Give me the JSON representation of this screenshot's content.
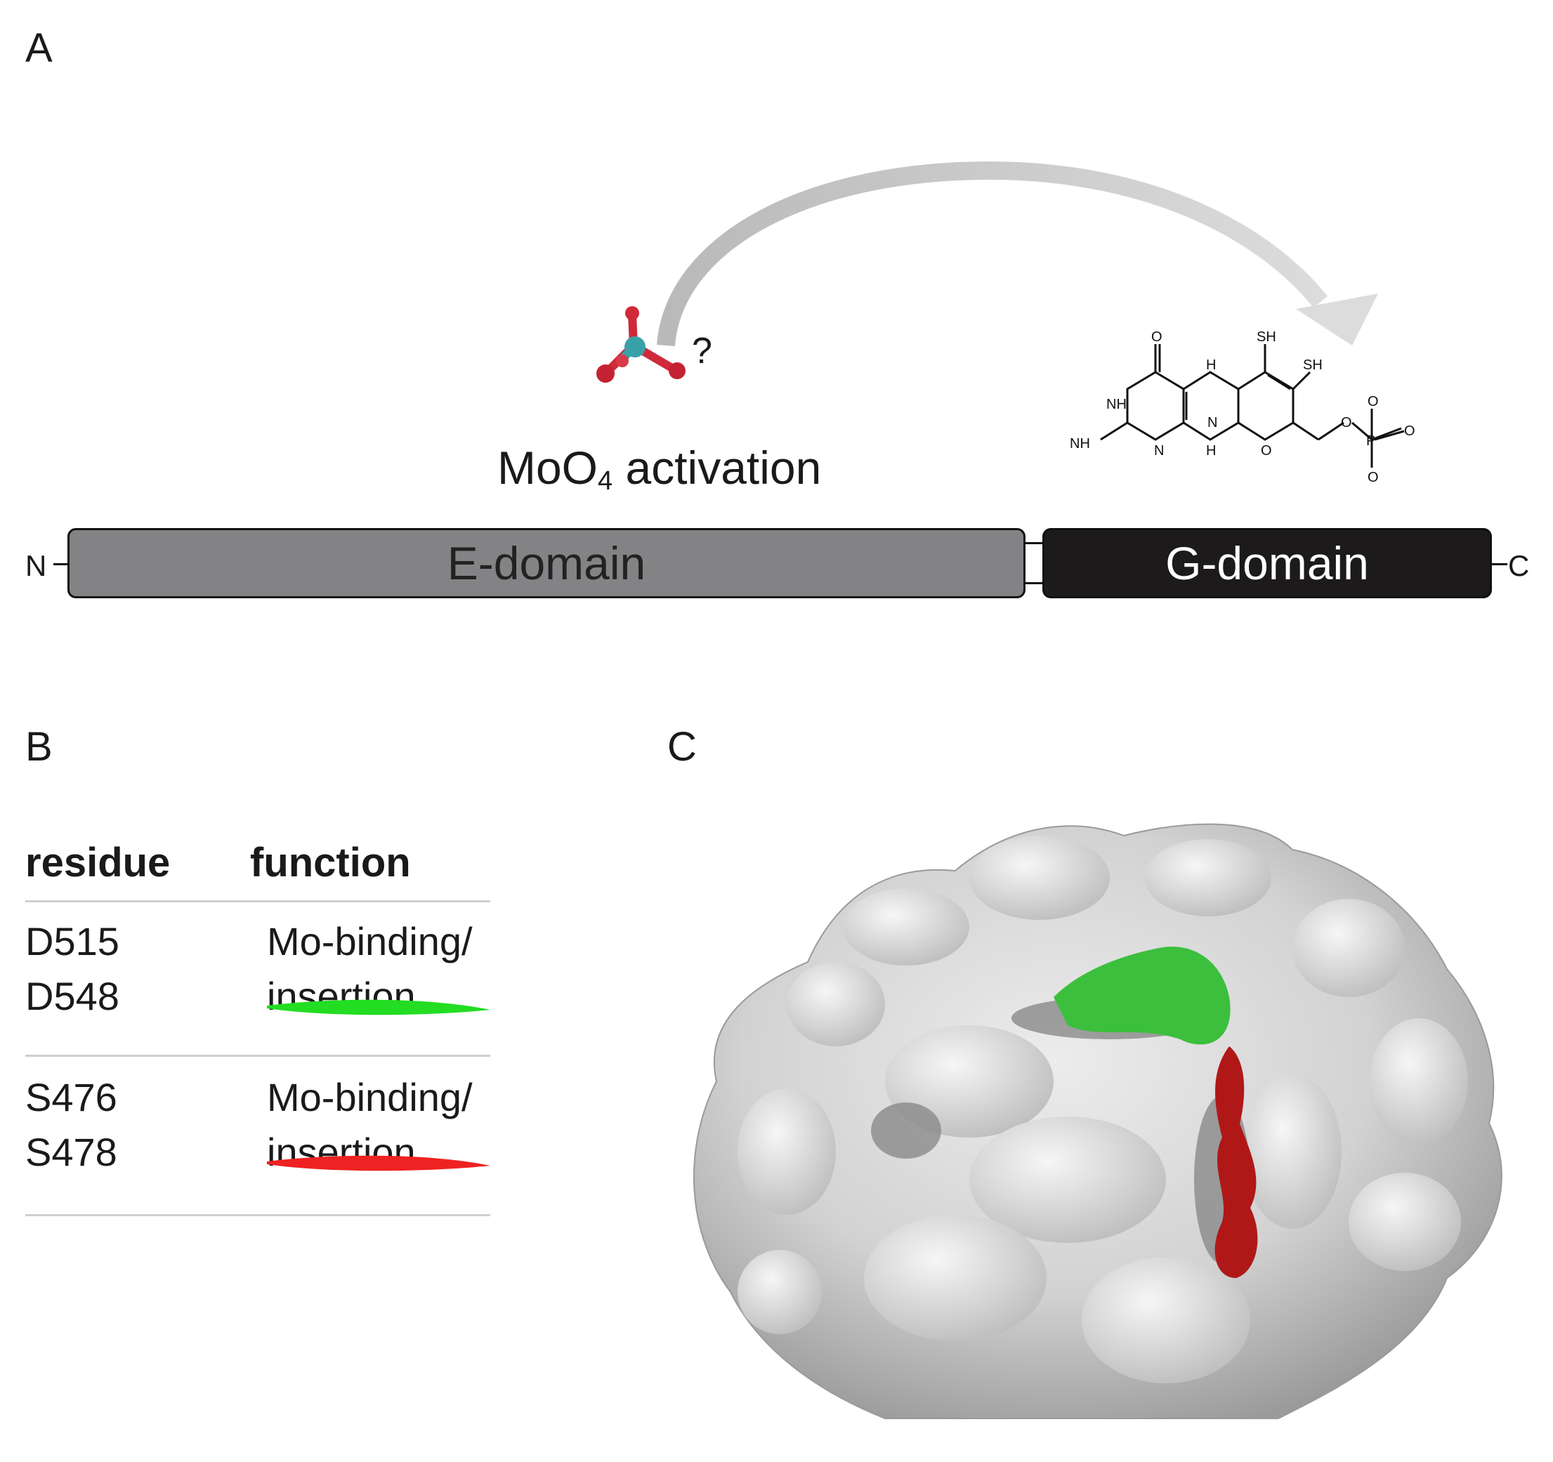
{
  "panels": {
    "a": "A",
    "b": "B",
    "c": "C"
  },
  "panel_a": {
    "question_mark": "?",
    "caption_main": "MoO",
    "caption_sub": "4",
    "caption_rest": " activation",
    "n_terminus": "N",
    "c_terminus": "C",
    "e_domain": "E-domain",
    "g_domain": "G-domain",
    "molecule": {
      "o": "O",
      "sh1": "SH",
      "sh2": "SH",
      "nh1": "NH",
      "h1": "H",
      "h2": "H",
      "n1": "N",
      "n2": "N",
      "nh2": "NH",
      "o_ring": "O",
      "o_link": "O",
      "p": "P",
      "o_p1": "O",
      "o_p2": "O",
      "o_p3": "O"
    }
  },
  "panel_b": {
    "headers": {
      "residue": "residue",
      "function": "function"
    },
    "rows": [
      {
        "residues": [
          "D515",
          "D548"
        ],
        "function": [
          "Mo-binding/",
          "insertion"
        ],
        "highlight": "#22dd22"
      },
      {
        "residues": [
          "S476",
          "S478"
        ],
        "function": [
          "Mo-binding/",
          "insertion"
        ],
        "highlight": "#ee2222"
      }
    ]
  },
  "colors": {
    "e_domain": "#838386",
    "g_domain": "#1c1a1b",
    "arrow": "#c8c8c8",
    "mo_atom": "#3aa0a8",
    "o_atom": "#d02a3a",
    "green_site": "#3cbf3c",
    "red_site": "#b01818",
    "surface": "#d4d4d4"
  }
}
